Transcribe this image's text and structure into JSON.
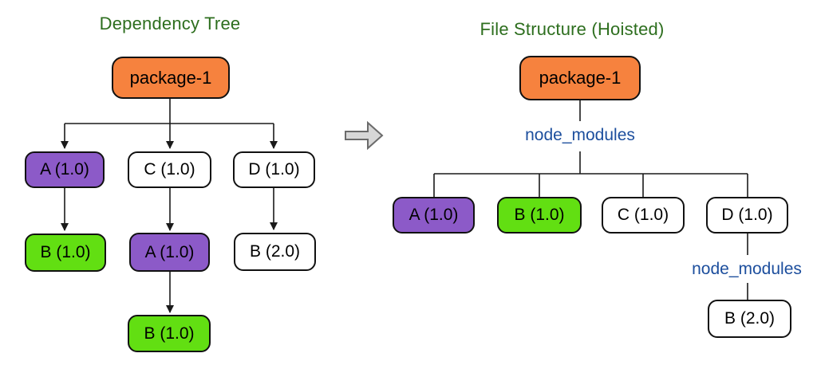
{
  "colors": {
    "background": "#FFFFFF",
    "orange": "#F6823E",
    "purple": "#8C5AC8",
    "green": "#62DF12",
    "node_white": "#FFFFFF",
    "outline": "#111111",
    "line": "#1A1A1A",
    "title_green": "#2D6E1E",
    "folder_blue": "#1C4E9D",
    "transform_arrow_fill": "#D7D7D7",
    "transform_arrow_stroke": "#6B6B6B"
  },
  "icons": {
    "transform_arrow": "block-right-arrow"
  },
  "dependency_tree": {
    "title": "Dependency Tree",
    "nodes": {
      "package1": {
        "label": "package-1",
        "color": "orange"
      },
      "a1": {
        "label": "A (1.0)",
        "color": "purple"
      },
      "c1": {
        "label": "C (1.0)",
        "color": "white"
      },
      "d1": {
        "label": "D (1.0)",
        "color": "white"
      },
      "b1_under_a": {
        "label": "B (1.0)",
        "color": "green"
      },
      "a1_under_c": {
        "label": "A (1.0)",
        "color": "purple"
      },
      "b2_under_d": {
        "label": "B (2.0)",
        "color": "white"
      },
      "b1_under_a1c": {
        "label": "B (1.0)",
        "color": "green"
      }
    }
  },
  "file_structure": {
    "title": "File Structure (Hoisted)",
    "node_modules_root": "node_modules",
    "node_modules_d": "node_modules",
    "nodes": {
      "package1": {
        "label": "package-1",
        "color": "orange"
      },
      "a1": {
        "label": "A (1.0)",
        "color": "purple"
      },
      "b1": {
        "label": "B (1.0)",
        "color": "green"
      },
      "c1": {
        "label": "C (1.0)",
        "color": "white"
      },
      "d1": {
        "label": "D (1.0)",
        "color": "white"
      },
      "b2_under_d": {
        "label": "B (2.0)",
        "color": "white"
      }
    }
  }
}
